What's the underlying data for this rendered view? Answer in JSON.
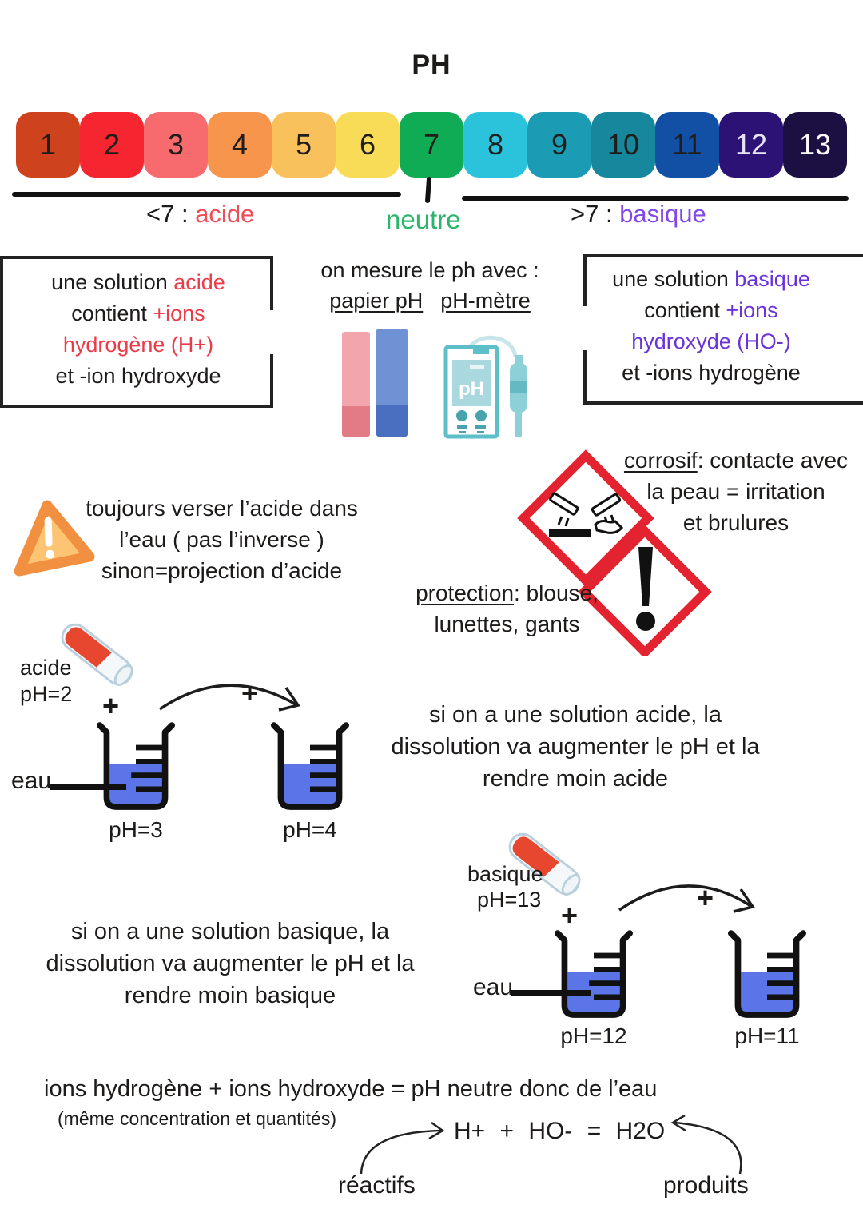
{
  "title": "PH",
  "colors": {
    "red_label": "#ef4d58",
    "red_box": "#ea3b49",
    "purple_label": "#8148e6",
    "purple_box": "#6a33da",
    "green_neutral": "#2bb46c",
    "hazard_red": "#e32330",
    "liquid_blue": "#5b74e8",
    "tube_liquid_red": "#e7472f",
    "warn_fill": "#fcc473",
    "warn_stroke": "#f19041",
    "meter_teal": "#5fbfc8",
    "strip_pink": "#f2a5ad",
    "strip_pink_dark": "#e27b85",
    "strip_blue": "#6e92d4",
    "strip_blue_dark": "#4a6fc0"
  },
  "scale": {
    "items": [
      {
        "label": "1",
        "color": "#ce431e",
        "text": "#201d1a"
      },
      {
        "label": "2",
        "color": "#f5262f",
        "text": "#201d1a"
      },
      {
        "label": "3",
        "color": "#f76a6d",
        "text": "#201d1a"
      },
      {
        "label": "4",
        "color": "#f8954c",
        "text": "#201d1a"
      },
      {
        "label": "5",
        "color": "#f9c15b",
        "text": "#201d1a"
      },
      {
        "label": "6",
        "color": "#f8dc58",
        "text": "#201d1a"
      },
      {
        "label": "7",
        "color": "#10ac55",
        "text": "#201d1a"
      },
      {
        "label": "8",
        "color": "#2bc3dc",
        "text": "#201d1a"
      },
      {
        "label": "9",
        "color": "#1b9bb4",
        "text": "#201d1a"
      },
      {
        "label": "10",
        "color": "#16879c",
        "text": "#201d1a"
      },
      {
        "label": "11",
        "color": "#1150a5",
        "text": "#201d1a"
      },
      {
        "label": "12",
        "color": "#2c1274",
        "text": "#e9e4f4"
      },
      {
        "label": "13",
        "color": "#1c1042",
        "text": "#fcfbff"
      }
    ],
    "acid_prefix": "<7 : ",
    "acid_term": "acide",
    "neutral": "neutre",
    "basic_prefix": ">7 : ",
    "basic_term": "basique"
  },
  "acid_box": {
    "l1a": "une solution ",
    "l1b": "acide",
    "l2a": "contient ",
    "l2b": "+ions",
    "l3": "hydrogène (H+)",
    "l4": "et -ion hydroxyde"
  },
  "basic_box": {
    "l1a": "une solution ",
    "l1b": "basique",
    "l2a": "contient ",
    "l2b": "+ions",
    "l3": "hydroxyde (HO-)",
    "l4": "et -ions hydrogène"
  },
  "measure": {
    "intro": "on mesure le ph avec :",
    "paper": "papier pH",
    "meter": "pH-mètre",
    "meter_screen": "pH"
  },
  "warning": {
    "l1": "toujours verser l’acide dans",
    "l2": "l’eau ( pas l’inverse )",
    "l3": "sinon=projection d’acide"
  },
  "corrosive": {
    "term": "corrosif",
    "l1rest": ": contacte avec",
    "l2": "la peau = irritation",
    "l3": "et brulures"
  },
  "protection": {
    "term": "protection",
    "l1rest": ": blouse,",
    "l2": "lunettes, gants"
  },
  "acid_dilution": {
    "tube_label": "acide",
    "tube_ph": "pH=2",
    "plus1": "+",
    "water": "eau",
    "beaker1": "pH=3",
    "plus2": "+",
    "beaker2": "pH=4",
    "caption_l1": "si on a une solution acide, la",
    "caption_l2": "dissolution va augmenter le pH et la",
    "caption_l3": "rendre moin acide"
  },
  "basic_dilution": {
    "tube_label": "basique",
    "tube_ph": "pH=13",
    "plus1": "+",
    "water": "eau",
    "beaker1": "pH=12",
    "plus2": "+",
    "beaker2": "pH=11",
    "caption_l1": "si on a une solution basique, la",
    "caption_l2": "dissolution va augmenter le pH et la",
    "caption_l3": "rendre moin basique"
  },
  "neutralization": {
    "l1": "ions hydrogène + ions hydroxyde = pH neutre donc de l’eau",
    "l2": "(même concentration et quantités)",
    "equation": "H+ + HO- = H2O",
    "left_label": "réactifs",
    "right_label": "produits"
  }
}
